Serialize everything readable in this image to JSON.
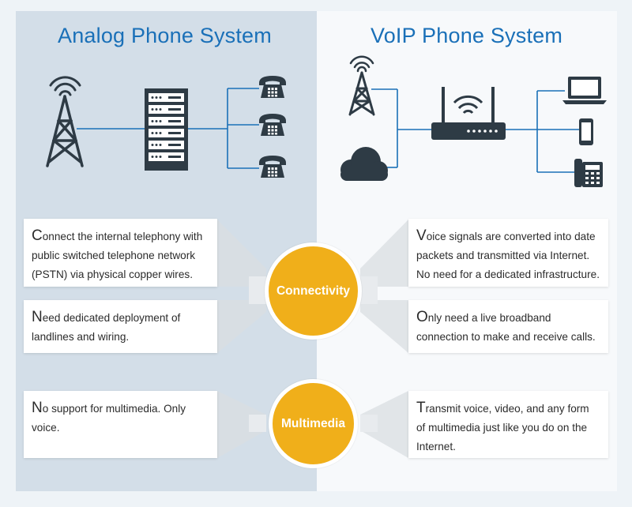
{
  "titles": {
    "analog": "Analog Phone System",
    "voip": "VoIP Phone System"
  },
  "icons": {
    "analog": [
      "radio-tower-icon",
      "server-rack-icon",
      "telephone-icon",
      "telephone-icon",
      "telephone-icon"
    ],
    "voip": [
      "radio-tower-icon",
      "cloud-icon",
      "wifi-router-icon",
      "laptop-icon",
      "smartphone-icon",
      "desk-phone-icon"
    ]
  },
  "badges": {
    "connectivity": "Connectivity",
    "multimedia": "Multimedia"
  },
  "cards": {
    "analog_connectivity_1": {
      "first": "C",
      "rest": "onnect the internal telephony with public switched telephone network (PSTN) via physical copper wires."
    },
    "analog_connectivity_2": {
      "first": "N",
      "rest": "eed dedicated deployment of landlines and wiring."
    },
    "analog_multimedia": {
      "first": "N",
      "rest": "o support for multimedia. Only voice."
    },
    "voip_connectivity_1": {
      "first": "V",
      "rest": "oice signals are converted into date packets and transmitted via Internet. No need for a dedicated infrastructure."
    },
    "voip_connectivity_2": {
      "first": "O",
      "rest": "nly need a live broadband connection to make and receive calls."
    },
    "voip_multimedia": {
      "first": "T",
      "rest": "ransmit voice, video, and any form of multimedia just like you do on the Internet."
    }
  },
  "colors": {
    "title_blue": "#1a70b8",
    "line_blue": "#1a70b8",
    "badge_yellow": "#f0af1a",
    "icon_dark": "#2e3b45",
    "left_panel": "#d3dee8"
  }
}
